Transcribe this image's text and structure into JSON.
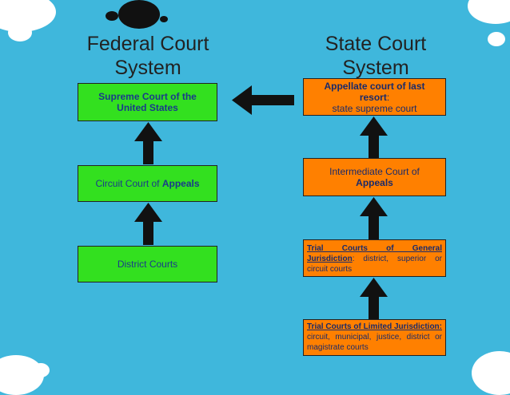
{
  "federal": {
    "heading_line1": "Federal Court",
    "heading_line2": "System",
    "supreme": "Supreme Court of the United States",
    "circuit_prefix": "Circuit Court of ",
    "circuit_bold": "Appeals",
    "district": "District Courts"
  },
  "state": {
    "heading_line1": "State Court",
    "heading_line2": "System",
    "last_resort_bold1": "Appellate court of last",
    "last_resort_bold2": "resort",
    "last_resort_colon": ":",
    "last_resort_sub": "state supreme court",
    "intermediate_line1": "Intermediate Court of",
    "intermediate_bold": "Appeals",
    "general_bold": "Trial Courts of General Jurisdiction",
    "general_rest": ": district, superior or circuit courts",
    "limited_bold": "Trial Courts of Limited Jurisdiction:",
    "limited_rest": " circuit, municipal, justice, district or magistrate courts"
  },
  "colors": {
    "background": "#3fb7dc",
    "federal_box": "#33e01f",
    "state_box": "#ff8000",
    "arrow": "#111111"
  }
}
